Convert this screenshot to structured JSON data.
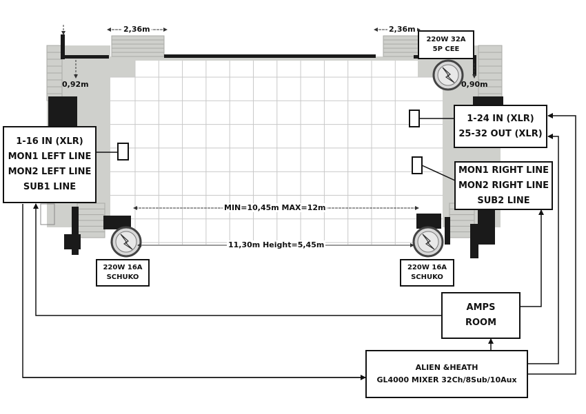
{
  "boxes": {
    "in_left": {
      "line1": "1-16 IN (XLR)",
      "line2": "MON1 LEFT LINE",
      "line3": "MON2 LEFT LINE",
      "line4": "SUB1 LINE"
    },
    "in_right": {
      "line1": "1-24 IN (XLR)",
      "line2": "25-32 OUT (XLR)"
    },
    "mon_right": {
      "line1": "MON1 RIGHT LINE",
      "line2": "MON2 RIGHT LINE",
      "line3": "SUB2 LINE"
    },
    "power_top": {
      "line1": "220W  32A",
      "line2": "5P CEE"
    },
    "power_left": {
      "line1": "220W  16A",
      "line2": "SCHUKO"
    },
    "power_right": {
      "line1": "220W  16A",
      "line2": "SCHUKO"
    },
    "amps": {
      "line1": "AMPS",
      "line2": "ROOM"
    },
    "mixer": {
      "line1": "ALIEN &HEATH",
      "line2": "GL4000 MIXER 32Ch/8Sub/10Aux"
    }
  },
  "dimensions": {
    "stair_left_width": "2,36m",
    "stair_right_width": "2,36m",
    "left_gap": "0,92m",
    "right_gap": "0,90m",
    "stage_width": "MIN=10,45m MAX=12m",
    "stage_depth": "11,30m Height=5,45m"
  }
}
